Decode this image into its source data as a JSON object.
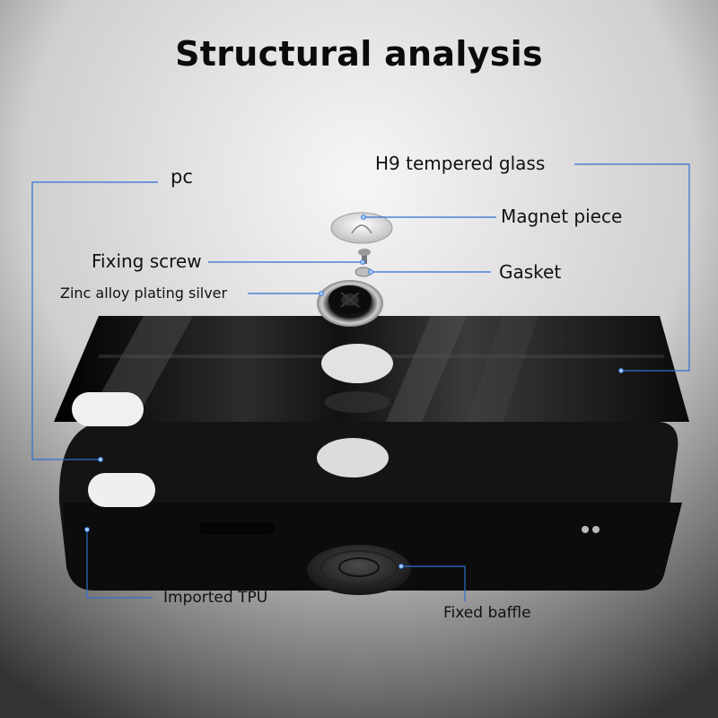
{
  "title": "Structural analysis",
  "callouts": {
    "pc": "pc",
    "h9_glass": "H9 tempered glass",
    "magnet_piece": "Magnet piece",
    "fixing_screw": "Fixing screw",
    "gasket": "Gasket",
    "zinc_alloy": "Zinc alloy plating silver",
    "imported_tpu": "Imported TPU",
    "fixed_baffle": "Fixed baffle"
  },
  "colors": {
    "leader_line": "#2f6fd0",
    "case_body": "#141414",
    "glass_panel": "#050505",
    "background_light": "#f2f2f2",
    "background_dark": "#3a3a3a"
  }
}
